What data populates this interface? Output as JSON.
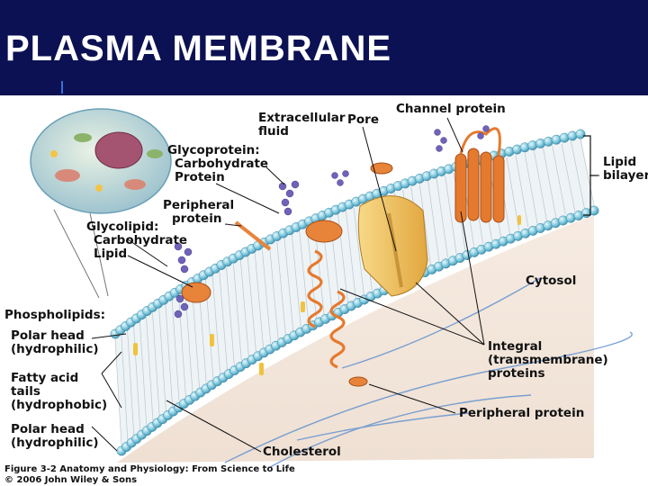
{
  "slide": {
    "title": "PLASMA MEMBRANE"
  },
  "labels": {
    "extracellular_fluid": [
      "Extracellular",
      "fluid"
    ],
    "pore": "Pore",
    "channel_protein": "Channel protein",
    "glycoprotein": "Glycoprotein:",
    "glycoprotein_parts": [
      "Carbohydrate",
      "Protein"
    ],
    "lipid_bilayer": [
      "Lipid",
      "bilayer"
    ],
    "peripheral_protein_top": [
      "Peripheral",
      "protein"
    ],
    "glycolipid": "Glycolipid:",
    "glycolipid_parts": [
      "Carbohydrate",
      "Lipid"
    ],
    "cytosol": "Cytosol",
    "phospholipids": "Phospholipids:",
    "polar_head_top": [
      "Polar head",
      "(hydrophilic)"
    ],
    "fatty_acid_tails": [
      "Fatty acid",
      "tails",
      "(hydrophobic)"
    ],
    "polar_head_bottom": [
      "Polar head",
      "(hydrophilic)"
    ],
    "integral_proteins": [
      "Integral",
      "(transmembrane)",
      "proteins"
    ],
    "peripheral_protein_bottom": "Peripheral protein",
    "cholesterol": "Cholesterol"
  },
  "caption": {
    "line1": "Figure 3-2  Anatomy and Physiology: From Science to Life",
    "line2": "© 2006 John Wiley & Sons"
  },
  "colors": {
    "title_bar": "#0b1152",
    "membrane_heads": "#7cc6dc",
    "protein": "#e57a2e",
    "channel": "#f2c45a",
    "carbohydrate": "#6f63b8",
    "cytosol": "#f1e2d6"
  }
}
